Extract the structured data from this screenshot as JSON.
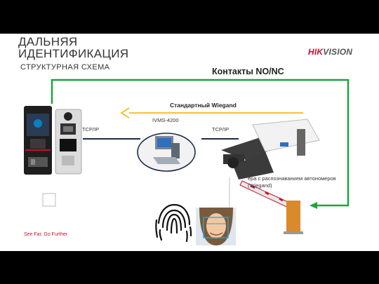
{
  "slide": {
    "title_line1": "ДАЛЬНЯЯ",
    "title_line2": "ИДЕНТИФИКАЦИЯ",
    "subtitle": "СТРУКТУРНАЯ СХЕМА",
    "logo_brand_a": "HIK",
    "logo_brand_b": "VISION",
    "tagline": "See Far, Go Further"
  },
  "diagram": {
    "contacts_label": "Контакты NO/NC",
    "wiegand_label": "Стандартный Wiegand",
    "server_label": "IVMS-4200",
    "tcp_left_label": "TCP/IP",
    "tcp_right_label": "TCP/IP",
    "camera_label": "ера с распознаванием автономеров (Wiegand)"
  },
  "colors": {
    "green_line": "#1fa33d",
    "yellow_arrow": "#f4c431",
    "network_line": "#1b2a4a",
    "brand_red": "#c8102e",
    "barrier_orange": "#d98a2b"
  },
  "icons": [
    "fingerprint-icon",
    "face-recognition-icon",
    "computer-icon",
    "access-terminal-icon",
    "intercom-icon",
    "camera-icon",
    "barrier-icon"
  ]
}
